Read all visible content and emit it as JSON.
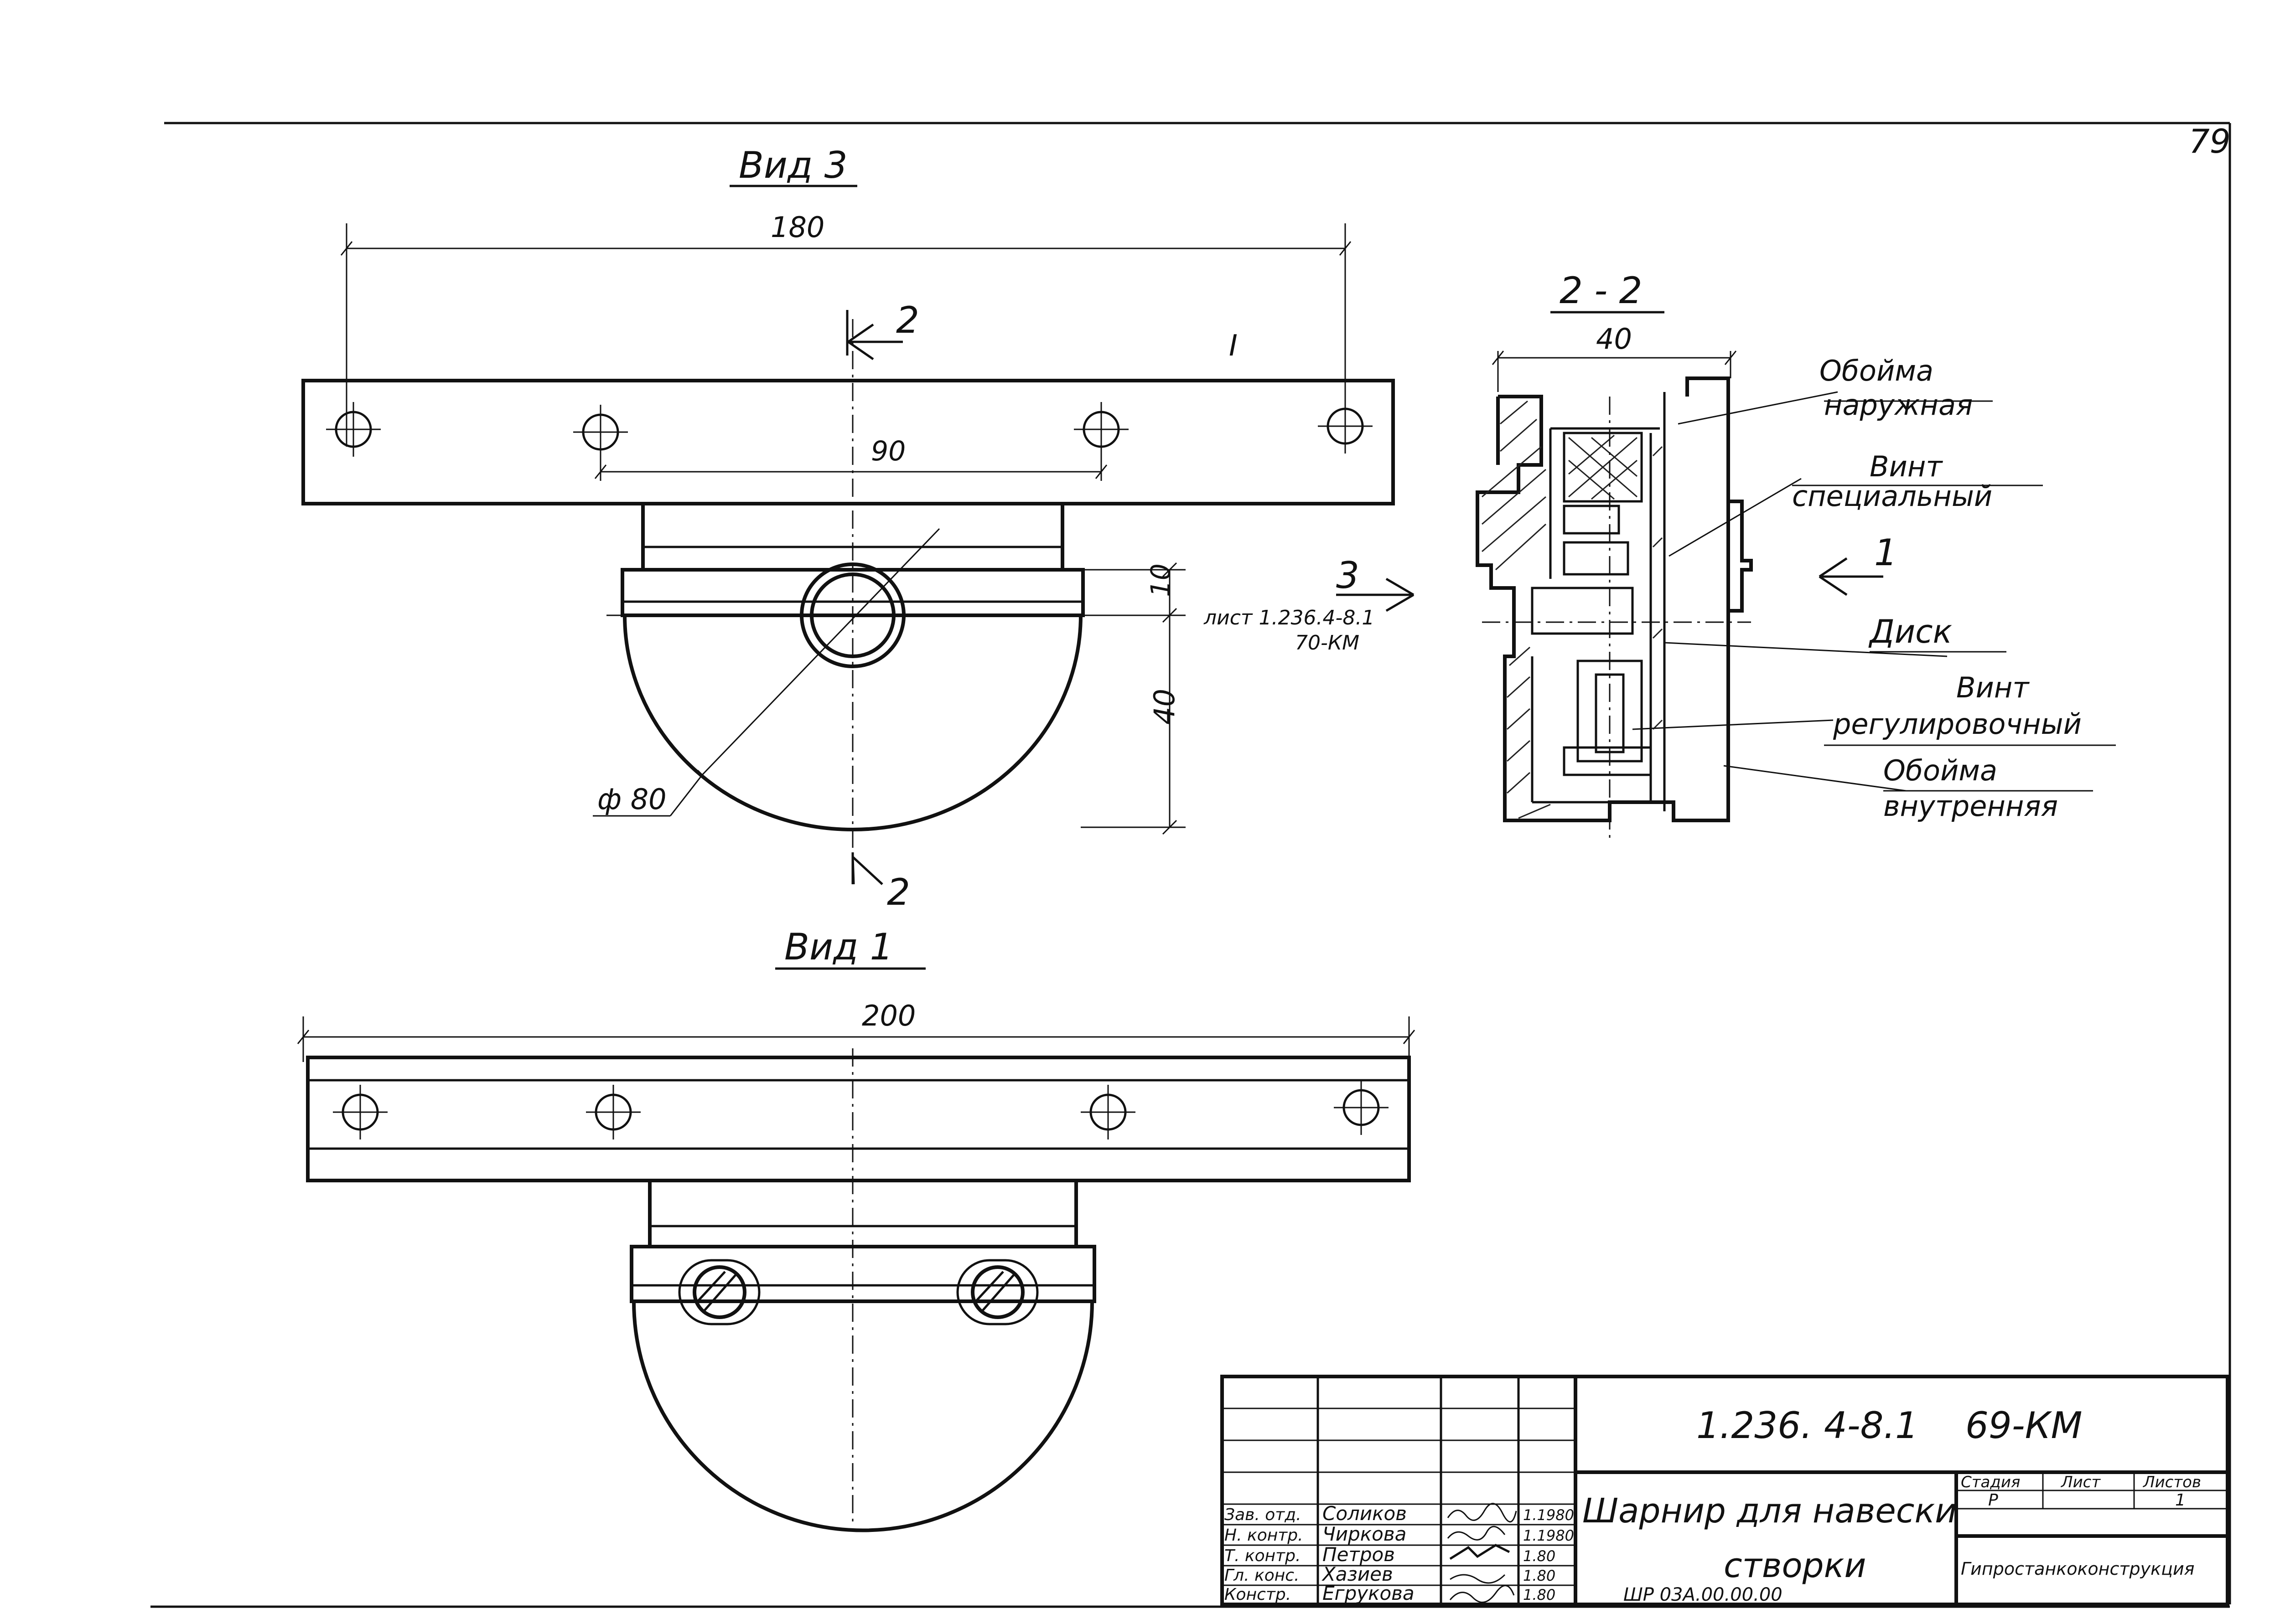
{
  "sheet": {
    "page_number": "79"
  },
  "view3": {
    "title": "Вид 3",
    "dim_overall": "180",
    "dim_inner": "90",
    "dim_small": "10",
    "dim_height": "40",
    "dim_diameter": "ф 80",
    "section_mark_top": "2",
    "section_mark_bottom": "2",
    "ref_number": "3",
    "ref_sheet": "лист 1.236.4-8.1",
    "ref_doc": "70-КМ",
    "tick_mark": "I"
  },
  "section22": {
    "title": "2 - 2",
    "dim_width": "40",
    "arrow_label": "1",
    "callouts": {
      "outer_ring_1": "Обойма",
      "outer_ring_2": "наружная",
      "screw_special_1": "Винт",
      "screw_special_2": "специальный",
      "disk": "Диск",
      "screw_adjust_1": "Винт",
      "screw_adjust_2": "регулировочный",
      "inner_ring_1": "Обойма",
      "inner_ring_2": "внутренняя"
    }
  },
  "view1": {
    "title": "Вид 1",
    "dim_overall": "200"
  },
  "title_block": {
    "doc_code": "1.236. 4-8.1",
    "sheet_code": "69-КМ",
    "roles": [
      "Зав. отд.",
      "Н. контр.",
      "Т. контр.",
      "Гл. конс.",
      "Констр."
    ],
    "names": [
      "Соликов",
      "Чиркова",
      "Петров",
      "Хазиев",
      "Егрукова"
    ],
    "dates": [
      "1.1980",
      "1.1980",
      "1.80",
      "1.80",
      "1.80"
    ],
    "drawing_title_1": "Шарнир для навески",
    "drawing_title_2": "створки",
    "drawing_number": "ШР 03А.00.00.00",
    "stage_header": "Стадия",
    "sheet_header": "Лист",
    "sheets_header": "Листов",
    "stage_value": "Р",
    "sheets_value": "1",
    "organization": "Гипростанкоконструкция"
  }
}
